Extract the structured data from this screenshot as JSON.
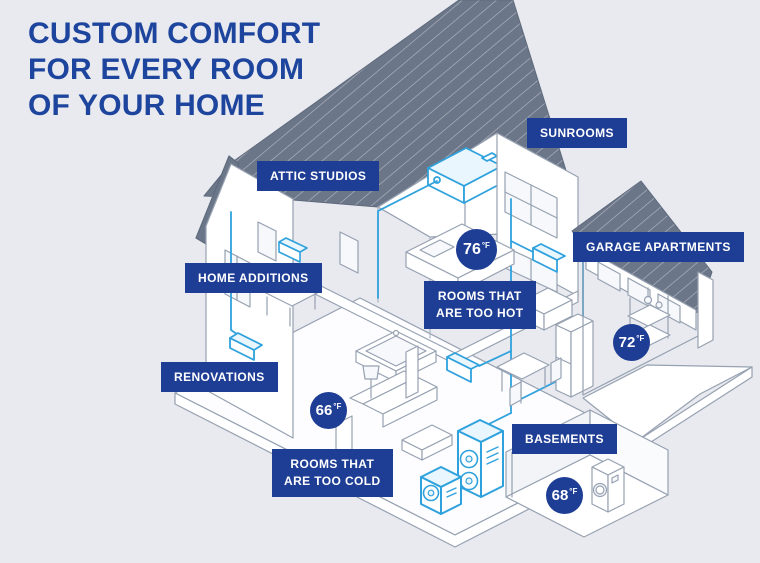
{
  "title": {
    "line1": "CUSTOM COMFORT",
    "line2": "FOR EVERY ROOM",
    "line3": "OF YOUR HOME"
  },
  "labels": {
    "sunrooms": {
      "text": "SUNROOMS"
    },
    "attic_studios": {
      "text": "ATTIC STUDIOS"
    },
    "garage_apartments": {
      "text": "GARAGE APARTMENTS"
    },
    "home_additions": {
      "text": "HOME ADDITIONS"
    },
    "renovations": {
      "text": "RENOVATIONS"
    },
    "rooms_too_hot": {
      "line1": "ROOMS THAT",
      "line2": "ARE TOO HOT"
    },
    "rooms_too_cold": {
      "line1": "ROOMS THAT",
      "line2": "ARE TOO COLD"
    },
    "basements": {
      "text": "BASEMENTS"
    }
  },
  "temperatures": {
    "bedroom": {
      "value": "76",
      "unit": "°F"
    },
    "garage": {
      "value": "72",
      "unit": "°F"
    },
    "living_room": {
      "value": "66",
      "unit": "°F"
    },
    "basement": {
      "value": "68",
      "unit": "°F"
    }
  },
  "colors": {
    "background": "#E9EAEF",
    "title_blue": "#1E459E",
    "badge_navy": "#1E3D94",
    "accent_blue": "#2FA2DD",
    "roof_slate": "#6C7689",
    "line_gray": "#96A1B1"
  },
  "illustration": {
    "hvac_icons": [
      "ceiling-cassette-unit-icon",
      "wall-mounted-unit-icon",
      "outdoor-heat-pump-large-icon",
      "outdoor-heat-pump-small-icon"
    ],
    "appliance_icons": [
      "washing-machine-icon",
      "refrigerator-icon",
      "bathtub-icon"
    ]
  }
}
